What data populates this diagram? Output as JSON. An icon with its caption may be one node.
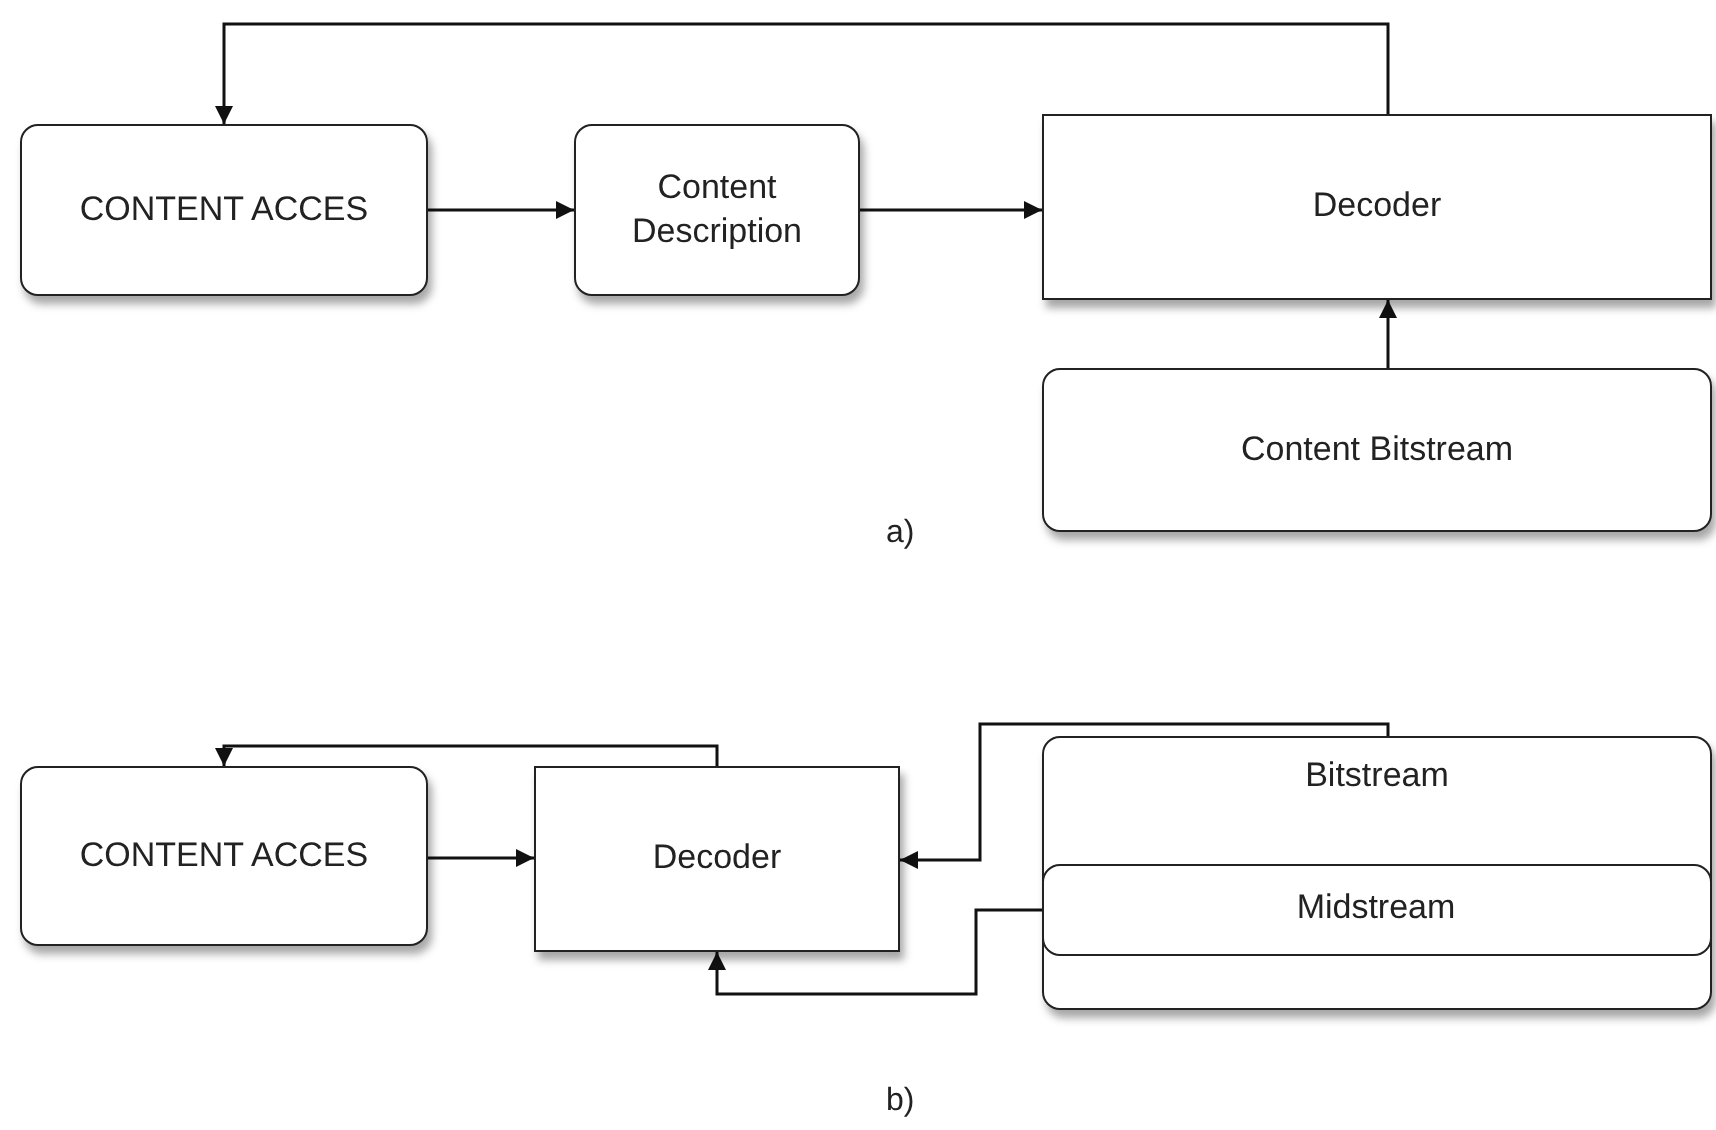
{
  "diagram": {
    "nodes": [
      {
        "text": [
          "CONTENT ACCES"
        ]
      },
      {
        "text": [
          "Content Description"
        ]
      },
      {
        "text": [
          "Decoder"
        ]
      },
      {
        "text": [
          "Content Bitstream"
        ]
      },
      {
        "text": [
          "CONTENT ACCES"
        ]
      },
      {
        "text": [
          "Decoder"
        ]
      },
      {
        "text": [
          "Bitstream"
        ]
      },
      {
        "text": [
          "Midstream"
        ],
        "in": 6
      }
    ],
    "edges": [
      {
        "from": 0,
        "to": 1,
        "arrow": "to"
      },
      {
        "from": 1,
        "to": 2,
        "arrow": "to"
      },
      {
        "from": 2,
        "to": 0,
        "arrow": "to"
      },
      {
        "from": 3,
        "to": 2,
        "arrow": "to"
      },
      {
        "from": 4,
        "to": 5,
        "arrow": "to"
      },
      {
        "from": 5,
        "to": 4,
        "arrow": "to"
      },
      {
        "from": 6,
        "to": 5,
        "arrow": "to"
      },
      {
        "from": 7,
        "to": 5,
        "arrow": "to"
      }
    ],
    "labels": [
      "a)",
      "b)"
    ]
  }
}
